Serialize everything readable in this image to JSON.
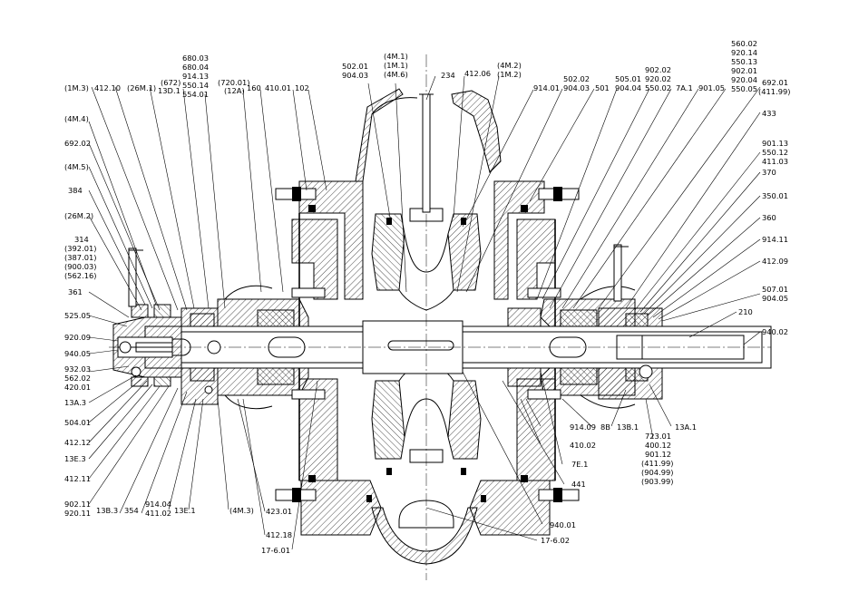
{
  "labels": {
    "l_1M3": "(1M.3)",
    "l_41210": "412.10",
    "l_26M1": "(26M.1)",
    "l_672": "(672)",
    "l_13D1": "13D.1",
    "l_68003": "680.03",
    "l_68004": "680.04",
    "l_91413": "914.13",
    "l_55014": "550.14",
    "l_55401": "554.01",
    "l_72001": "(720.01)",
    "l_12A": "(12A)",
    "l_160": "160",
    "l_41001": "410.01",
    "l_102": "102",
    "l_4M1a": "(4M.1)",
    "l_1M1": "(1M.1)",
    "l_4M6": "(4M.6)",
    "l_50201": "502.01",
    "l_90403": "904.03",
    "l_234": "234",
    "l_41206": "412.06",
    "l_4M2": "(4M.2)",
    "l_1M2": "(1M.2)",
    "l_91401": "914.01",
    "l_50202": "502.02",
    "l_90403b": "904.03",
    "l_501": "501",
    "l_50501": "505.01",
    "l_90404": "904.04",
    "l_90202": "902.02",
    "l_92002": "920.02",
    "l_55002": "550.02",
    "l_7A1": "7A.1",
    "l_90105": "901.05",
    "l_56002": "560.02",
    "l_92014": "920.14",
    "l_55013": "550.13",
    "l_90201": "902.01",
    "l_92004": "920.04",
    "l_55005": "550.05",
    "l_69201": "692.01",
    "l_41199": "(411.99)",
    "l_433": "433",
    "l_90113": "901.13",
    "l_55012": "550.12",
    "l_41103": "411.03",
    "l_370": "370",
    "l_35001": "350.01",
    "l_360": "360",
    "l_91411": "914.11",
    "l_41209": "412.09",
    "l_50701": "507.01",
    "l_90405": "904.05",
    "l_210": "210",
    "l_94002": "940.02",
    "l_4M4": "(4M.4)",
    "l_69202": "692.02",
    "l_4M5": "(4M.5)",
    "l_384": "384",
    "l_26M2": "(26M.2)",
    "l_314": "314",
    "l_39201": "(392.01)",
    "l_38701": "(387.01)",
    "l_90003": "(900.03)",
    "l_56216": "(562.16)",
    "l_361": "361",
    "l_52505": "525.05",
    "l_92009": "920.09",
    "l_94005": "940.05",
    "l_93203": "932.03",
    "l_56202": "562.02",
    "l_42001": "420.01",
    "l_13A3": "13A.3",
    "l_50401": "504.01",
    "l_41212": "412.12",
    "l_13E3": "13E.3",
    "l_41211": "412.11",
    "l_90211": "902.11",
    "l_92011": "920.11",
    "l_13B3": "13B.3",
    "l_354": "354",
    "l_91404": "914.04",
    "l_41102": "411.02",
    "l_13E1": "13E.1",
    "l_4M3": "(4M.3)",
    "l_42301": "423.01",
    "l_41218": "412.18",
    "l_176_01": "17-6.01",
    "l_91409": "914.09",
    "l_8B": "8B",
    "l_13B1": "13B.1",
    "l_13A1": "13A.1",
    "l_41002": "410.02",
    "l_7E1": "7E.1",
    "l_441": "441",
    "l_94001": "940.01",
    "l_176_02": "17-6.02",
    "l_72301": "723.01",
    "l_40012": "400.12",
    "l_90112": "901.12",
    "l_41199b": "(411.99)",
    "l_90499": "(904.99)",
    "l_90399": "(903.99)"
  }
}
